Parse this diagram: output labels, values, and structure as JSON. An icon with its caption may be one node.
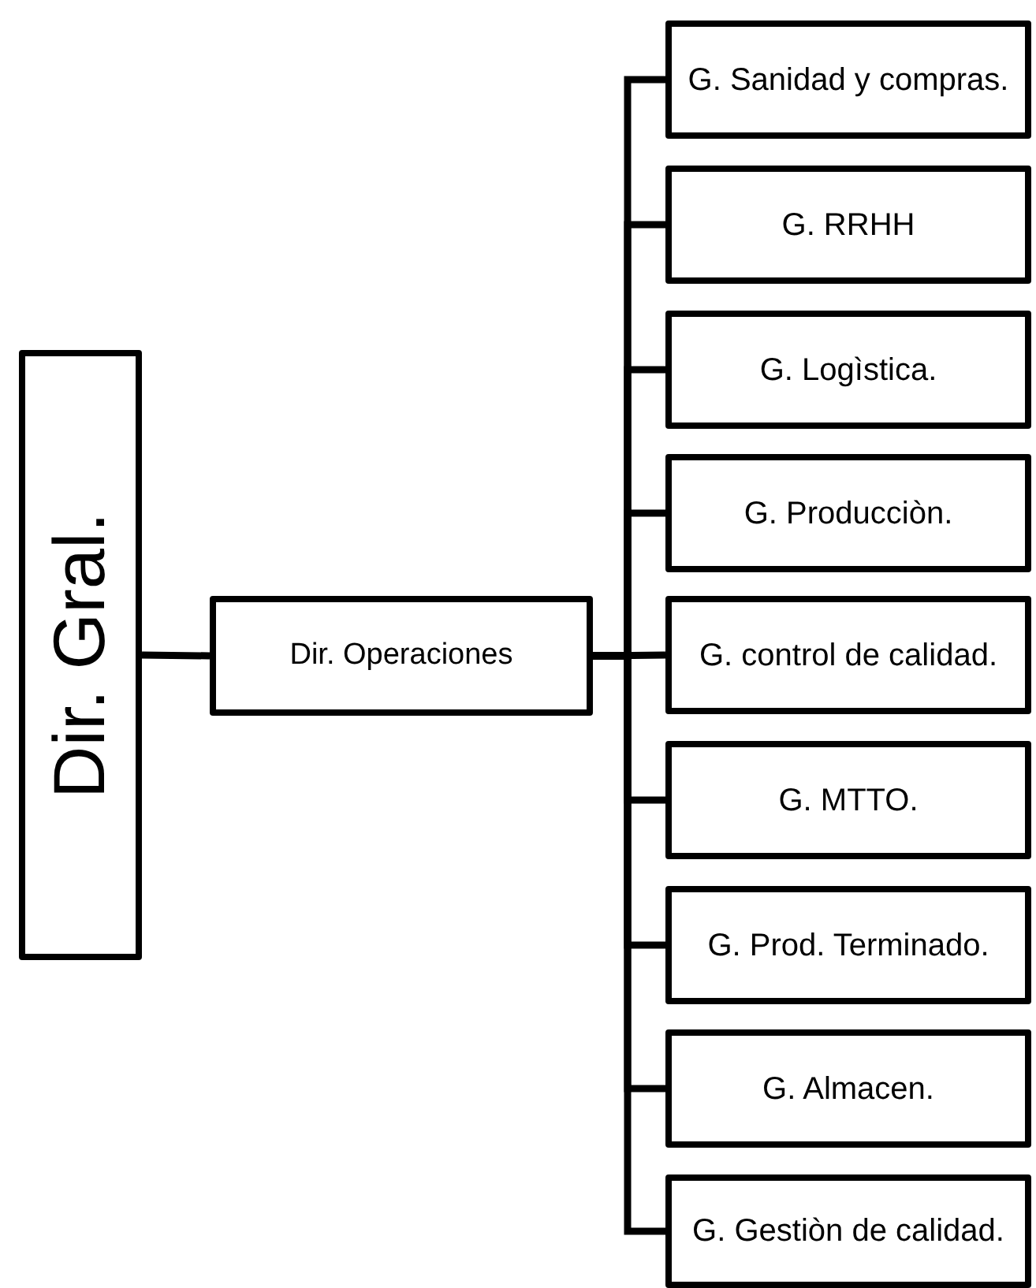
{
  "diagram": {
    "nodes": [
      {
        "text": [
          "Dir. Gral."
        ]
      },
      {
        "text": [
          "Dir. Operaciones"
        ]
      },
      {
        "text": [
          "G. Sanidad y compras."
        ]
      },
      {
        "text": [
          "G. RRHH"
        ]
      },
      {
        "text": [
          "G. Logìstica."
        ]
      },
      {
        "text": [
          "G. Producciòn."
        ]
      },
      {
        "text": [
          "G. control de calidad."
        ]
      },
      {
        "text": [
          "G. MTTO."
        ]
      },
      {
        "text": [
          "G. Prod. Terminado."
        ]
      },
      {
        "text": [
          "G. Almacen."
        ]
      },
      {
        "text": [
          "G. Gestiòn de calidad."
        ]
      }
    ],
    "edges": [
      {
        "from": 0,
        "to": 1,
        "arrow": "none"
      },
      {
        "from": 1,
        "to": 2,
        "arrow": "none"
      },
      {
        "from": 1,
        "to": 3,
        "arrow": "none"
      },
      {
        "from": 1,
        "to": 4,
        "arrow": "none"
      },
      {
        "from": 1,
        "to": 5,
        "arrow": "none"
      },
      {
        "from": 1,
        "to": 6,
        "arrow": "none"
      },
      {
        "from": 1,
        "to": 7,
        "arrow": "none"
      },
      {
        "from": 1,
        "to": 8,
        "arrow": "none"
      },
      {
        "from": 1,
        "to": 9,
        "arrow": "none"
      },
      {
        "from": 1,
        "to": 10,
        "arrow": "none"
      }
    ]
  }
}
